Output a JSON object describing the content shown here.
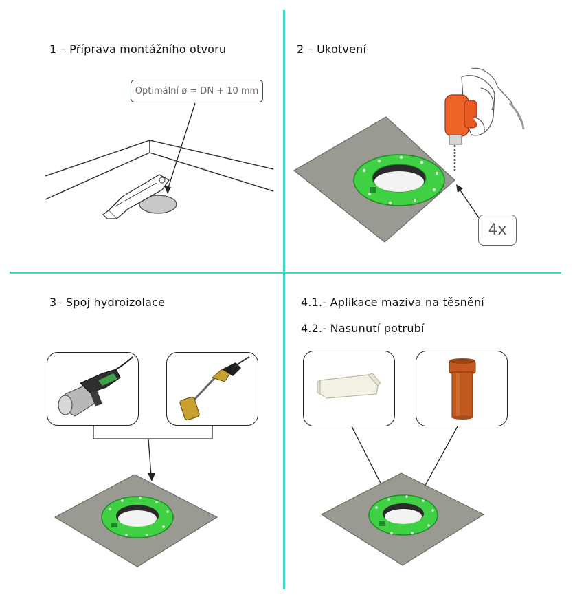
{
  "steps": {
    "step1": {
      "title": "1 – Příprava montážního otvoru",
      "callout": "Optimální ø = DN + 10 mm"
    },
    "step2": {
      "title": "2 – Ukotvení",
      "count": "4x"
    },
    "step3": {
      "title": "3– Spoj hydroizolace"
    },
    "step4": {
      "title_a": "4.1.- Aplikace maziva na těsnění",
      "title_b": "4.2.- Nasunutí potrubí"
    }
  },
  "colors": {
    "divider": "#3fd8c0",
    "membrane": "#9a9a92",
    "flange": "#3fd143",
    "drill": "#f0642a",
    "pipe": "#c2591f",
    "torch": "#c8a030"
  },
  "icons": [
    "utility-knife-icon",
    "drill-icon",
    "heat-gun-icon",
    "gas-torch-icon",
    "lubricant-tube-icon",
    "pipe-icon"
  ]
}
